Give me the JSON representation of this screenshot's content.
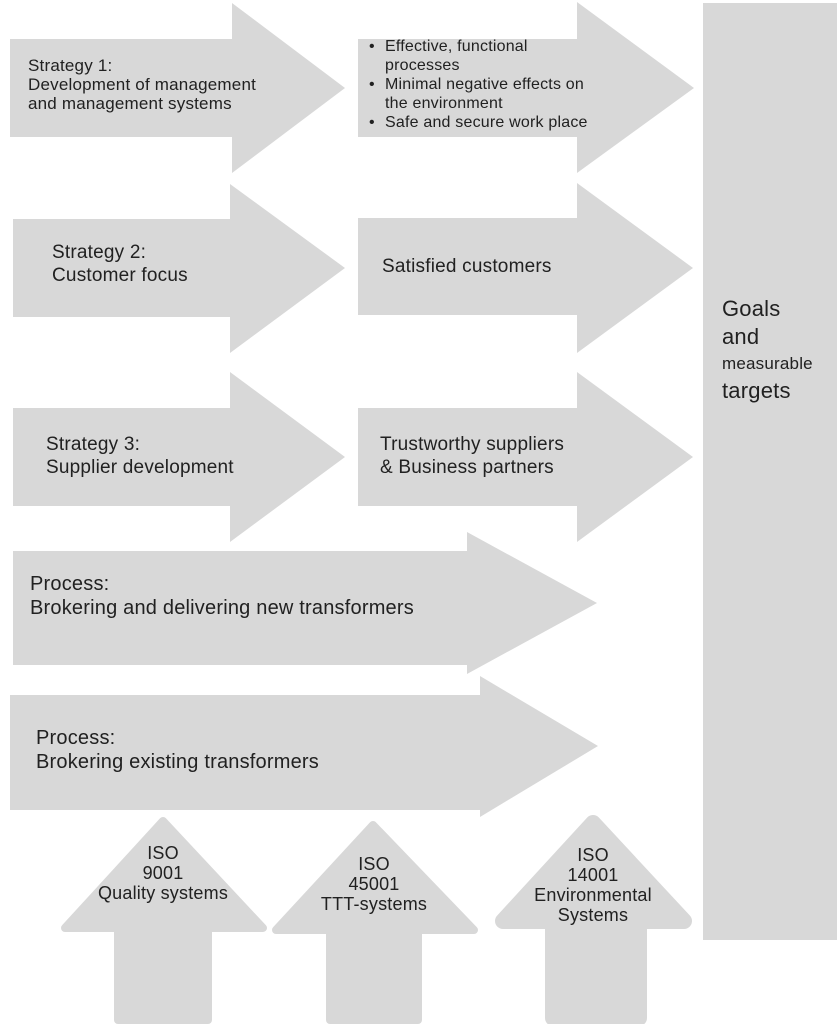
{
  "colors": {
    "shape_fill": "#d8d8d8",
    "text": "#212121",
    "background": "#ffffff"
  },
  "rows": [
    {
      "strategy_lines": [
        "Strategy 1:",
        "Development of management",
        "and management systems"
      ],
      "outcome_bullets": [
        "Effective, functional\nprocesses",
        "Minimal negative effects on\nthe environment",
        "Safe and secure work place"
      ]
    },
    {
      "strategy_lines": [
        "Strategy 2:",
        "Customer focus"
      ],
      "outcome_lines": [
        "Satisfied customers"
      ]
    },
    {
      "strategy_lines": [
        "Strategy 3:",
        "Supplier development"
      ],
      "outcome_lines": [
        "Trustworthy suppliers",
        "& Business partners"
      ]
    }
  ],
  "processes": [
    {
      "lines": [
        "Process:",
        "Brokering and delivering new transformers"
      ]
    },
    {
      "lines": [
        "Process:",
        "Brokering existing transformers"
      ]
    }
  ],
  "goals_box": {
    "lines": [
      "Goals",
      "and",
      "measurable",
      "targets"
    ]
  },
  "iso_arrows": [
    {
      "lines": [
        "ISO",
        "9001",
        "Quality systems"
      ]
    },
    {
      "lines": [
        "ISO",
        "45001",
        "TTT-systems"
      ]
    },
    {
      "lines": [
        "ISO",
        "14001",
        "Environmental",
        "Systems"
      ]
    }
  ]
}
